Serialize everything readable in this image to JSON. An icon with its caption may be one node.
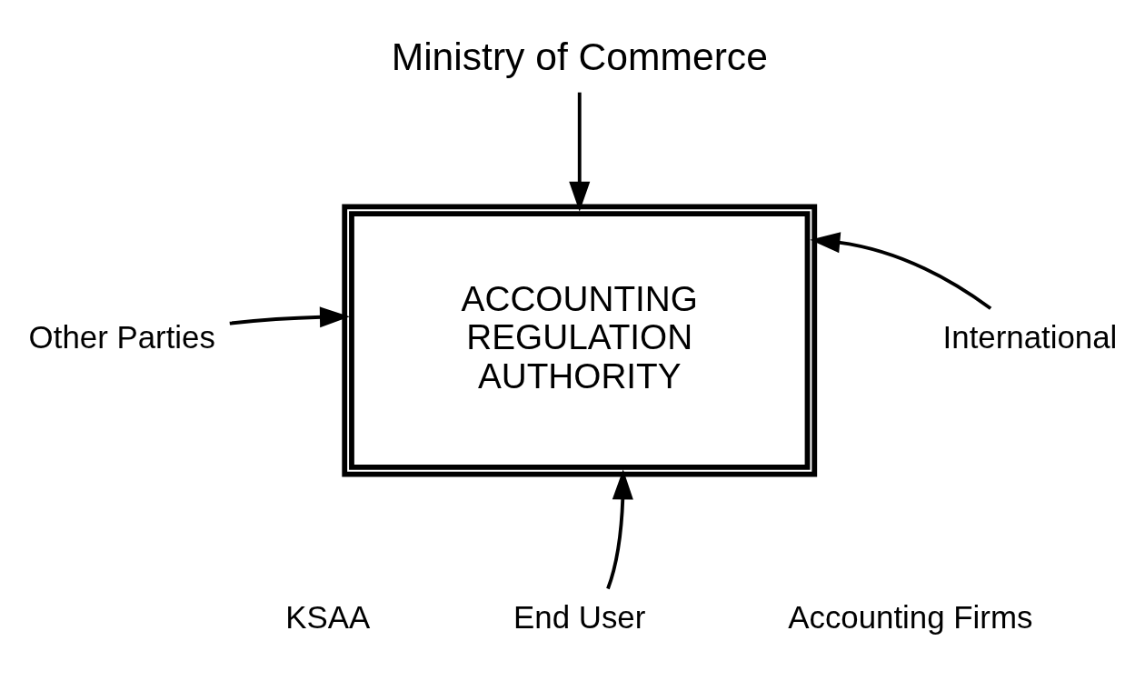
{
  "diagram": {
    "nodes": [
      {
        "text": [
          "Ministry of Commerce"
        ]
      },
      {
        "text": [
          "ACCOUNTING REGULATION AUTHORITY"
        ]
      },
      {
        "text": [
          "Other Parties"
        ]
      },
      {
        "text": [
          "International"
        ]
      },
      {
        "text": [
          "End User"
        ]
      }
    ],
    "edges": [
      {
        "from": 0,
        "to": 1,
        "arrow": "to"
      },
      {
        "from": 2,
        "to": 1,
        "arrow": "to"
      },
      {
        "from": 3,
        "to": 1,
        "arrow": "to"
      },
      {
        "from": 4,
        "to": 1,
        "arrow": "to"
      }
    ],
    "labels": [
      "KSAA",
      "Accounting Firms"
    ]
  }
}
